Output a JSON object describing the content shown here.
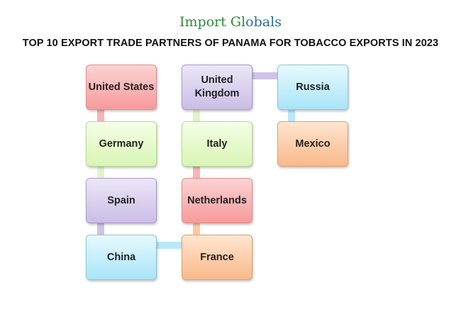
{
  "logo": {
    "part1": "Import Gl",
    "part2": "o",
    "part3": "bals"
  },
  "title": "TOP 10 EXPORT TRADE PARTNERS OF PANAMA FOR TOBACCO EXPORTS IN 2023",
  "partners": [
    "United States",
    "Germany",
    "Spain",
    "China",
    "France",
    "Netherlands",
    "Italy",
    "United Kingdom",
    "Russia",
    "Mexico"
  ],
  "colors": {
    "red": "#f79a9a",
    "green": "#d7f5b4",
    "purple": "#cbbde6",
    "blue": "#a9e4f7",
    "orange": "#f9b98a"
  }
}
